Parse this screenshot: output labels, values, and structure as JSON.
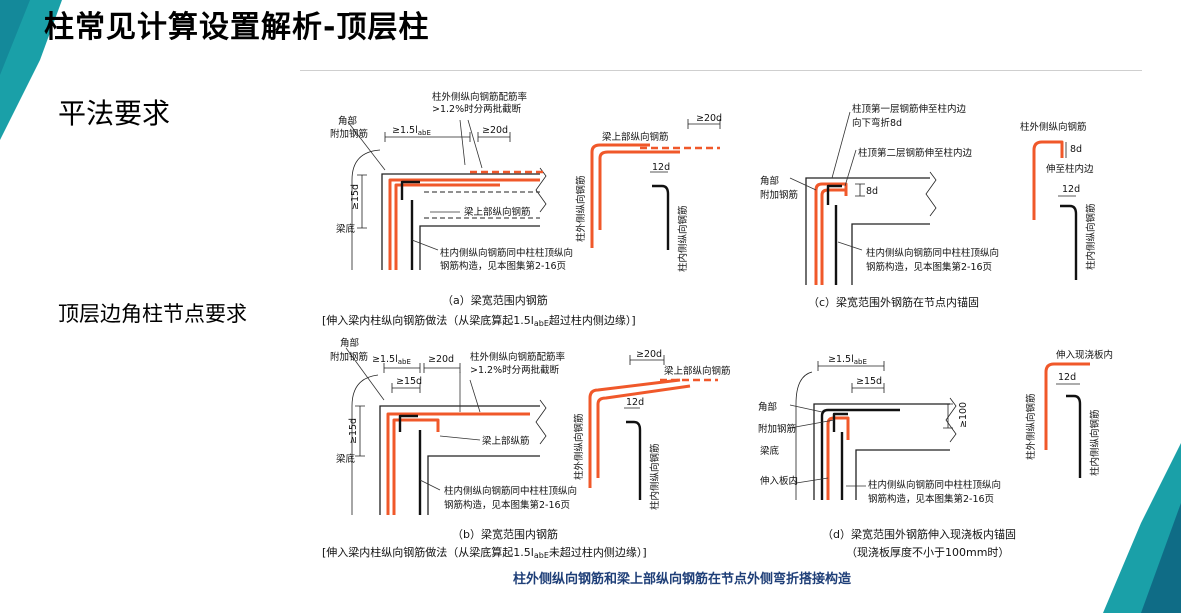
{
  "slide": {
    "title": "柱常见计算设置解析-顶层柱",
    "heading_1": "平法要求",
    "heading_2": "顶层边角柱节点要求",
    "accent_colors": {
      "teal": "#1aa0a8",
      "teal_dark": "#0f6c86",
      "rebar": "#f0582a"
    }
  },
  "figure": {
    "bottom_caption": "柱外侧纵向钢筋和梁上部纵向钢筋在节点外侧弯折搭接构造",
    "panel_a": {
      "caption_1": "（a）梁宽范围内钢筋",
      "caption_2": "[伸入梁内柱纵向钢筋做法（从梁底算起1.5l",
      "caption_2_sub": "abE",
      "caption_2_tail": "超过柱内侧边缘）]",
      "label_corner": "角部",
      "label_added": "附加钢筋",
      "label_beam_bottom": "梁底",
      "dim_15lab": "≥1.5l",
      "dim_15lab_sub": "abE",
      "dim_20d": "≥20d",
      "dim_15d": "≥15d",
      "note_ratio_1": "柱外侧纵向钢筋配筋率",
      "note_ratio_2": ">1.2%时分两批截断",
      "note_top_bar": "梁上部纵向钢筋",
      "note_inner_1": "柱内侧纵向钢筋同中柱柱顶纵向",
      "note_inner_2": "钢筋构造，见本图集第2-16页",
      "detail_20d": "≥20d",
      "detail_12d": "12d",
      "detail_beam_top": "梁上部纵向钢筋",
      "detail_outer": "柱外侧纵向钢筋",
      "detail_inner": "柱内侧纵向钢筋"
    },
    "panel_b": {
      "caption_1": "（b）梁宽范围内钢筋",
      "caption_2": "[伸入梁内柱纵向钢筋做法（从梁底算起1.5l",
      "caption_2_sub": "abE",
      "caption_2_tail": "未超过柱内侧边缘）]",
      "label_corner": "角部",
      "label_added": "附加钢筋",
      "label_beam_bottom": "梁底",
      "dim_15lab": "≥1.5l",
      "dim_15lab_sub": "abE",
      "dim_20d": "≥20d",
      "dim_15d_h": "≥15d",
      "dim_15d_v": "≥15d",
      "note_ratio_1": "柱外侧纵向钢筋配筋率",
      "note_ratio_2": ">1.2%时分两批截断",
      "note_top_bar": "梁上部纵筋",
      "note_inner_1": "柱内侧纵向钢筋同中柱柱顶纵向",
      "note_inner_2": "钢筋构造，见本图集第2-16页",
      "detail_20d": "≥20d",
      "detail_12d": "12d",
      "detail_beam_top": "梁上部纵向钢筋",
      "detail_outer": "柱外侧纵向钢筋",
      "detail_inner": "柱内侧纵向钢筋"
    },
    "panel_c": {
      "caption_1": "（c）梁宽范围外钢筋在节点内锚固",
      "note_first_1": "柱顶第一层钢筋伸至柱内边",
      "note_first_2": "向下弯折8d",
      "note_second": "柱顶第二层钢筋伸至柱内边",
      "label_corner": "角部",
      "label_added": "附加钢筋",
      "dim_8d": "8d",
      "note_inner_1": "柱内侧纵向钢筋同中柱柱顶纵向",
      "note_inner_2": "钢筋构造，见本图集第2-16页",
      "detail_outer": "柱外侧纵向钢筋",
      "detail_8d": "8d",
      "detail_reach": "伸至柱内边",
      "detail_12d": "12d",
      "detail_inner": "柱内侧纵向钢筋"
    },
    "panel_d": {
      "caption_1": "（d）梁宽范围外钢筋伸入现浇板内锚固",
      "caption_2": "（现浇板厚度不小于100mm时）",
      "label_corner": "角部",
      "label_added": "附加钢筋",
      "label_beam_bottom": "梁底",
      "label_into_slab": "伸入板内",
      "dim_15lab": "≥1.5l",
      "dim_15lab_sub": "abE",
      "dim_15d": "≥15d",
      "dim_100": "≥100",
      "note_inner_1": "柱内侧纵向钢筋同中柱柱顶纵向",
      "note_inner_2": "钢筋构造，见本图集第2-16页",
      "detail_into_slab": "伸入现浇板内",
      "detail_12d": "12d",
      "detail_outer": "柱外侧纵向钢筋",
      "detail_inner": "柱内侧纵向钢筋"
    }
  }
}
